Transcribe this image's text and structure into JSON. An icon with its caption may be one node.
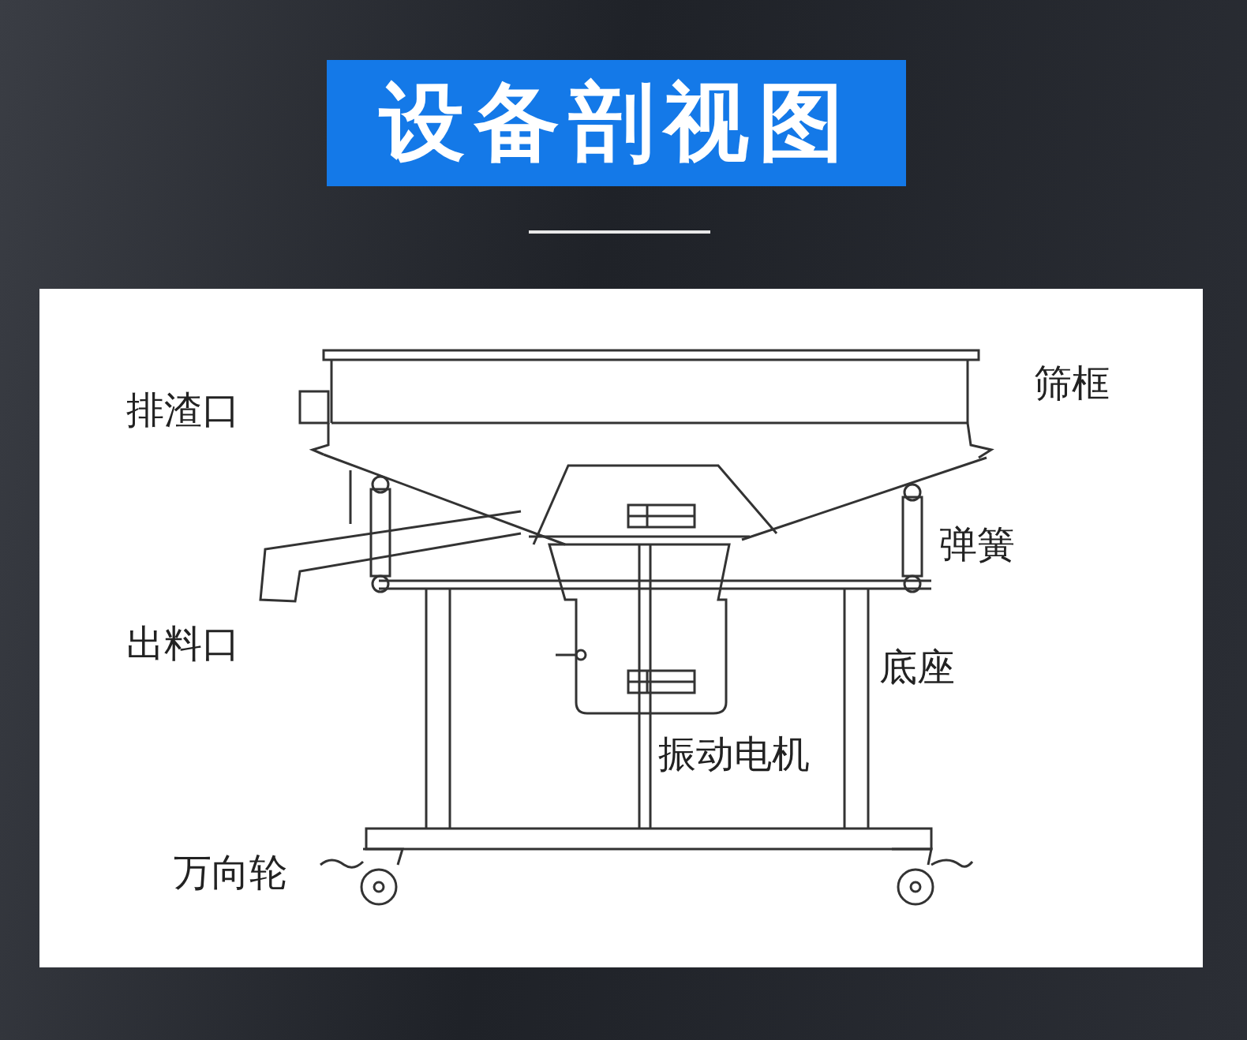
{
  "diagram": {
    "title": "设备剖视图",
    "labels": [
      "筛框",
      "排渣口",
      "弹簧",
      "出料口",
      "底座",
      "振动电机",
      "万向轮"
    ]
  }
}
